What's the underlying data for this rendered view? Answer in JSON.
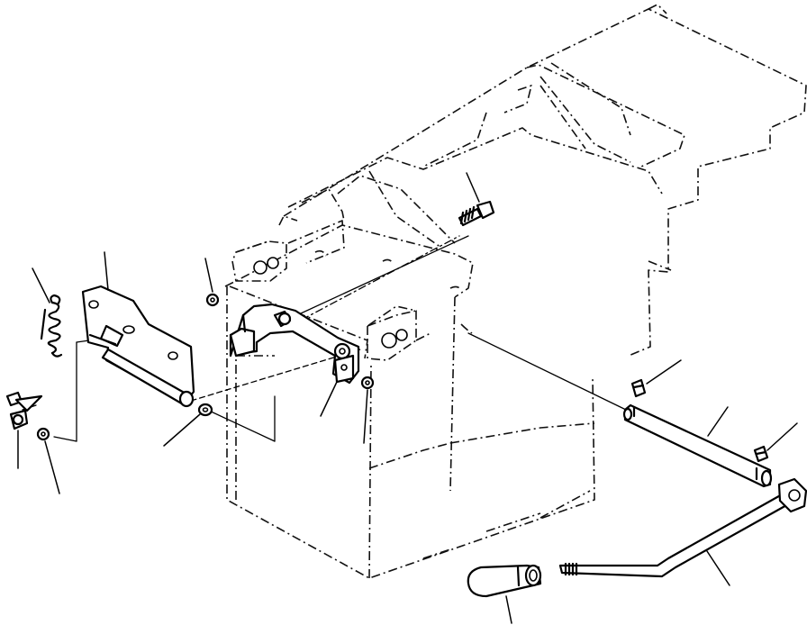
{
  "figure": {
    "type": "exploded-parts-diagram",
    "line_color": "#000000",
    "background": "#ffffff",
    "parts": [
      {
        "id": "spring",
        "icon": "coil-spring"
      },
      {
        "id": "hinge-plate",
        "icon": "hinge-plate"
      },
      {
        "id": "clip",
        "icon": "clip"
      },
      {
        "id": "washer-left",
        "icon": "washer"
      },
      {
        "id": "washer-mid",
        "icon": "washer"
      },
      {
        "id": "washer-bracket",
        "icon": "washer"
      },
      {
        "id": "washer-right",
        "icon": "washer"
      },
      {
        "id": "bolt",
        "icon": "bolt"
      },
      {
        "id": "bracket",
        "icon": "bracket"
      },
      {
        "id": "pin-upper",
        "icon": "pin"
      },
      {
        "id": "pin-lower",
        "icon": "pin"
      },
      {
        "id": "shaft",
        "icon": "shaft"
      },
      {
        "id": "lever",
        "icon": "lever"
      },
      {
        "id": "knob",
        "icon": "knob"
      }
    ]
  }
}
